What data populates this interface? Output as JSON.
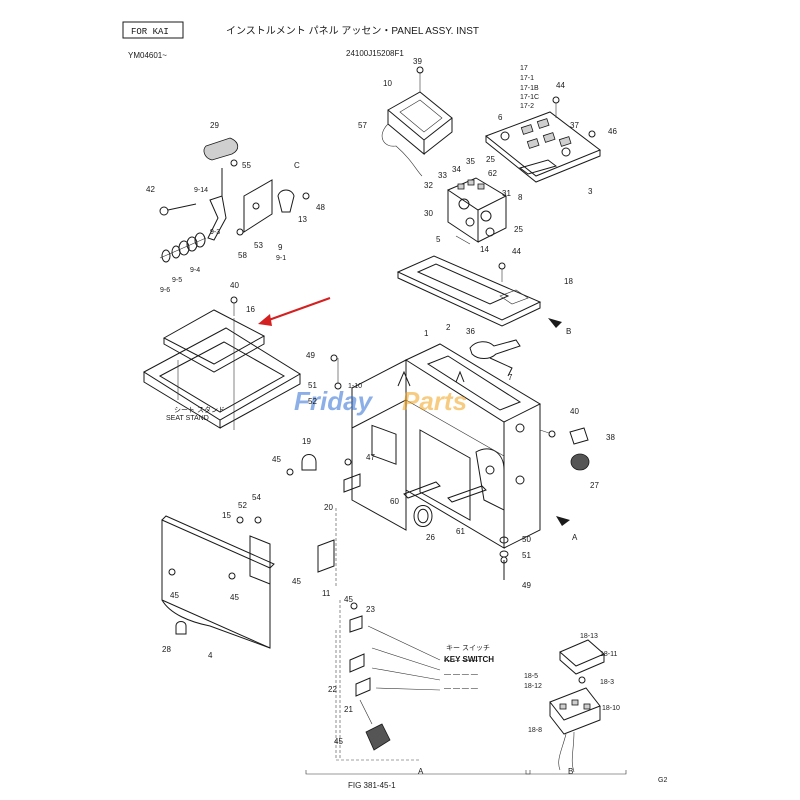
{
  "header": {
    "tag": "FOR KAI",
    "title": "インストルメント パネル アッセン・PANEL ASSY. INST",
    "model": "YM04601~",
    "code": "24100J15208F1"
  },
  "watermark": {
    "text_a": "Friday",
    "text_b": "Parts",
    "color_a": "#2f6fd6",
    "color_b": "#f2a31c"
  },
  "labels": {
    "l39": "39",
    "l10": "10",
    "l57": "57",
    "l17": "17",
    "l17_1": "17-1",
    "l17_1b": "17-1B",
    "l17_1c": "17-1C",
    "l17_2": "17-2",
    "l44a": "44",
    "l6": "6",
    "l37": "37",
    "l46": "46",
    "l25a": "25",
    "l3": "3",
    "l8": "8",
    "l34": "34",
    "l35": "35",
    "l33": "33",
    "l62": "62",
    "l32": "32",
    "l31": "31",
    "l30": "30",
    "l5": "5",
    "l14": "14",
    "l25b": "25",
    "l29": "29",
    "l55": "55",
    "cC": "C",
    "l42": "42",
    "l9_14": "9-14",
    "l13": "13",
    "l48": "48",
    "l58": "58",
    "l53": "53",
    "l9": "9",
    "l9_1": "9-1",
    "l9_3": "9-3",
    "l9_4": "9-4",
    "l9_5": "9-5",
    "l9_6": "9-6",
    "l44b": "44",
    "l18": "18",
    "l2": "2",
    "l1": "1",
    "cB": "B",
    "l40a": "40",
    "l16": "16",
    "l36": "36",
    "l49a": "49",
    "l7": "7",
    "l51a": "51",
    "l1_10": "1-10",
    "l52a": "52",
    "seat_jp": "シート スタンド",
    "seat_en": "SEAT STAND",
    "l40b": "40",
    "l38": "38",
    "l19": "19",
    "l45a": "45",
    "l47": "47",
    "l27": "27",
    "l20": "20",
    "l60": "60",
    "l61": "61",
    "l26": "26",
    "cA": "A",
    "l52b": "52",
    "l54": "54",
    "l15": "15",
    "l50": "50",
    "l51b": "51",
    "l49b": "49",
    "l45b": "45",
    "l11": "11",
    "l45c": "45",
    "l45d": "45",
    "l28": "28",
    "l4": "4",
    "l45e": "45",
    "l23": "23",
    "l22": "22",
    "l21": "21",
    "l45f": "45",
    "key_jp": "キー スイッチ",
    "key_en": "KEY SWITCH",
    "l18_13": "18-13",
    "l18_11": "18-11",
    "l18_5": "18-5",
    "l18_12": "18-12",
    "l18_3": "18-3",
    "l18_10": "18-10",
    "l18_8": "18-8",
    "secA": "A",
    "secB": "B"
  },
  "footer": {
    "fig": "FIG 381-45-1",
    "page": "G2"
  },
  "annotation": {
    "arrow_color": "#d42020"
  }
}
